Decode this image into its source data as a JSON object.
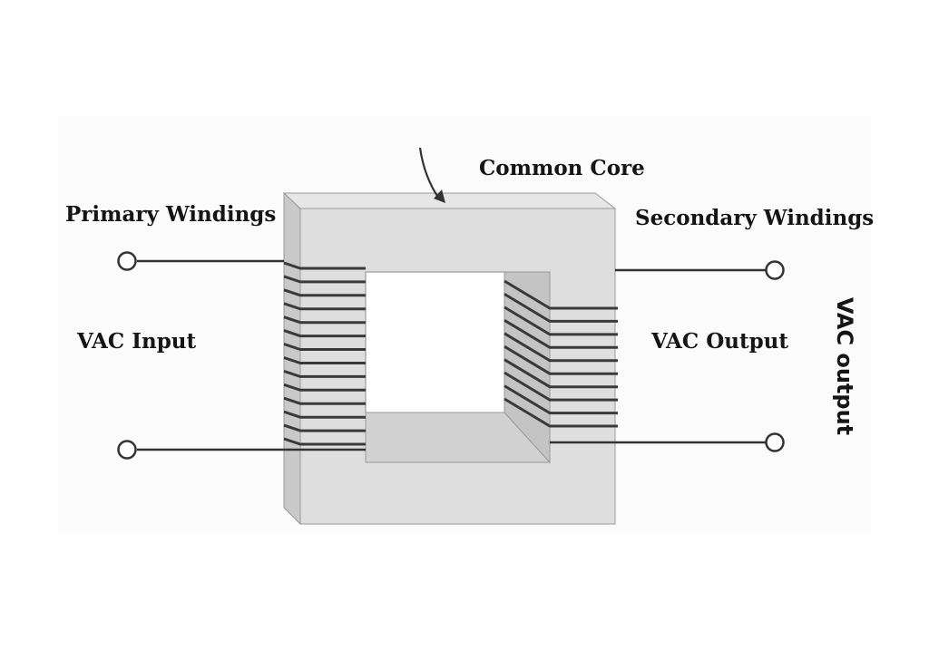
{
  "labels": {
    "common_core": "Common Core",
    "primary_windings": "Primary Windings",
    "secondary_windings": "Secondary Windings",
    "vac_input": "VAC  Input",
    "vac_output": "VAC Output",
    "vac_output_vertical": "VAC output"
  },
  "components": {
    "core": "transformer-core",
    "primary_coil_turns": 14,
    "secondary_coil_turns": 10,
    "terminals": 4
  },
  "colors": {
    "core_front": "#dcdcdc",
    "core_top": "#e6e6e6",
    "core_side": "#c8c8c8",
    "wire": "#333333",
    "winding": "#3a3a3a",
    "terminal_fill": "#ffffff"
  }
}
